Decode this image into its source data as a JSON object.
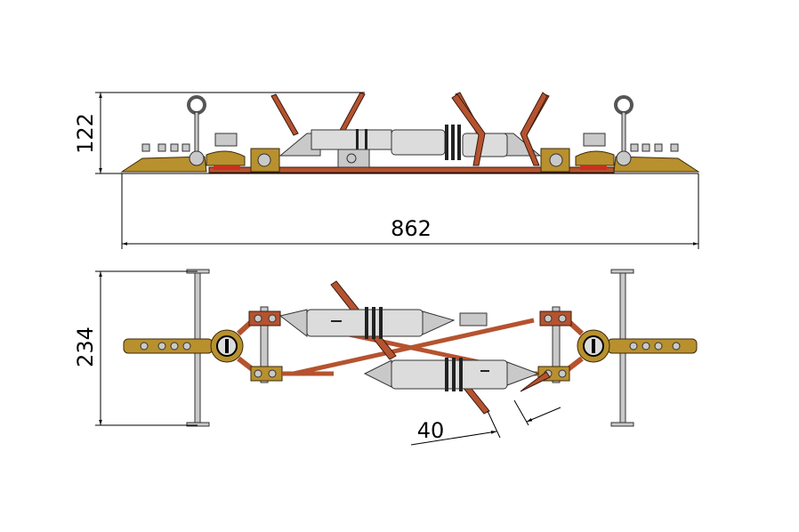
{
  "drawing": {
    "dimensions": {
      "height_side": "122",
      "overall_length": "862",
      "width_plan": "234",
      "offset": "40"
    },
    "colors": {
      "copper": "#b5532f",
      "brass": "#b8902e",
      "steel": "#c9c9c9"
    }
  }
}
